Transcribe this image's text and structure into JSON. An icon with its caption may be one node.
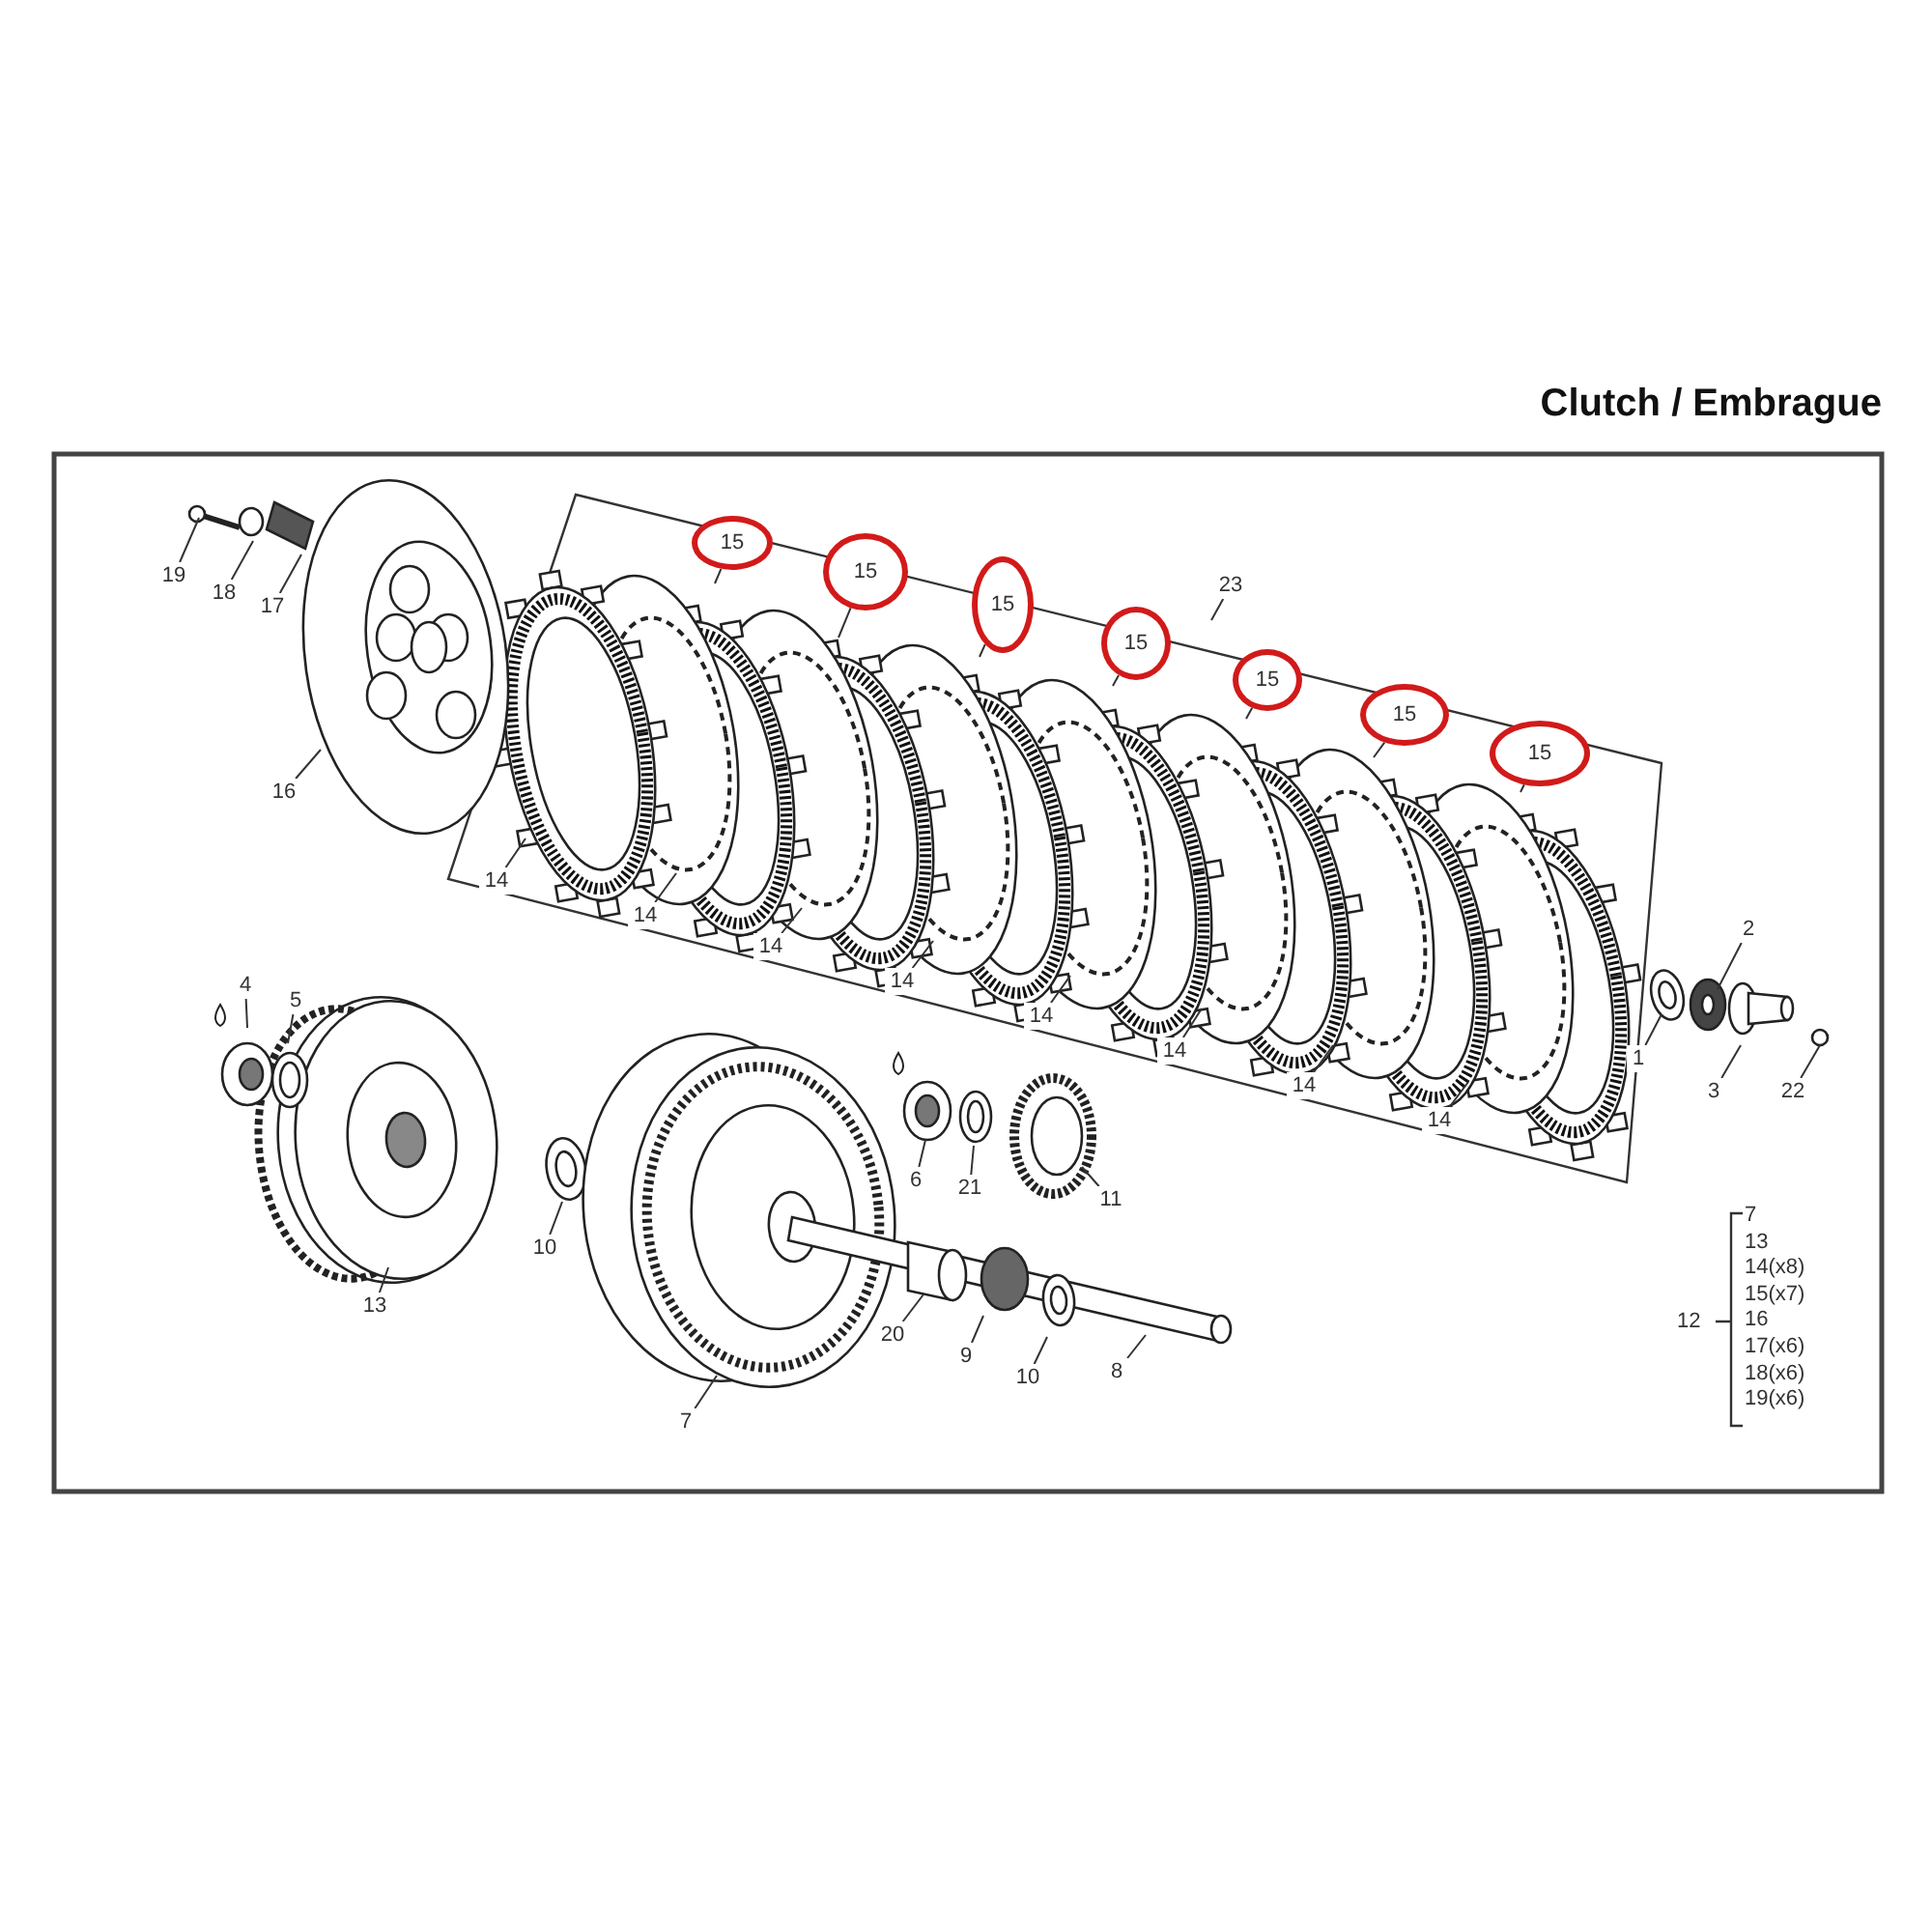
{
  "diagram": {
    "title": "Clutch / Embrague",
    "nodes": [
      {
        "text": [
          "19"
        ]
      },
      {
        "text": [
          "18"
        ]
      },
      {
        "text": [
          "17"
        ]
      },
      {
        "text": [
          "16"
        ]
      },
      {
        "text": [
          "15"
        ]
      },
      {
        "text": [
          "15"
        ]
      },
      {
        "text": [
          "15"
        ]
      },
      {
        "text": [
          "23"
        ]
      },
      {
        "text": [
          "15"
        ]
      },
      {
        "text": [
          "15"
        ]
      },
      {
        "text": [
          "15"
        ]
      },
      {
        "text": [
          "15"
        ]
      },
      {
        "text": [
          "14"
        ]
      },
      {
        "text": [
          "14"
        ]
      },
      {
        "text": [
          "14"
        ]
      },
      {
        "text": [
          "14"
        ]
      },
      {
        "text": [
          "14"
        ]
      },
      {
        "text": [
          "14"
        ]
      },
      {
        "text": [
          "14"
        ]
      },
      {
        "text": [
          "14"
        ]
      },
      {
        "text": [
          "2"
        ]
      },
      {
        "text": [
          "1"
        ]
      },
      {
        "text": [
          "3"
        ]
      },
      {
        "text": [
          "22"
        ]
      },
      {
        "text": [
          "4"
        ]
      },
      {
        "text": [
          "5"
        ]
      },
      {
        "text": [
          "6"
        ]
      },
      {
        "text": [
          "21"
        ]
      },
      {
        "text": [
          "11"
        ]
      },
      {
        "text": [
          "10"
        ]
      },
      {
        "text": [
          "13"
        ]
      },
      {
        "text": [
          "20"
        ]
      },
      {
        "text": [
          "9"
        ]
      },
      {
        "text": [
          "10"
        ]
      },
      {
        "text": [
          "8"
        ]
      },
      {
        "text": [
          "7"
        ]
      }
    ],
    "edges": [
      {
        "from": 0,
        "to": null,
        "arrow": "none"
      },
      {
        "from": 1,
        "to": null,
        "arrow": "none"
      },
      {
        "from": 2,
        "to": null,
        "arrow": "none"
      },
      {
        "from": 3,
        "to": null,
        "arrow": "none"
      },
      {
        "from": 4,
        "to": null,
        "arrow": "none"
      },
      {
        "from": 5,
        "to": null,
        "arrow": "none"
      },
      {
        "from": 6,
        "to": null,
        "arrow": "none"
      },
      {
        "from": 7,
        "to": null,
        "arrow": "none"
      },
      {
        "from": 8,
        "to": null,
        "arrow": "none"
      },
      {
        "from": 9,
        "to": null,
        "arrow": "none"
      },
      {
        "from": 10,
        "to": null,
        "arrow": "none"
      },
      {
        "from": 11,
        "to": null,
        "arrow": "none"
      },
      {
        "from": 12,
        "to": null,
        "arrow": "none"
      },
      {
        "from": 13,
        "to": null,
        "arrow": "none"
      },
      {
        "from": 14,
        "to": null,
        "arrow": "none"
      },
      {
        "from": 15,
        "to": null,
        "arrow": "none"
      },
      {
        "from": 16,
        "to": null,
        "arrow": "none"
      },
      {
        "from": 17,
        "to": null,
        "arrow": "none"
      },
      {
        "from": 18,
        "to": null,
        "arrow": "none"
      },
      {
        "from": 19,
        "to": null,
        "arrow": "none"
      },
      {
        "from": 20,
        "to": null,
        "arrow": "none"
      },
      {
        "from": 21,
        "to": null,
        "arrow": "none"
      },
      {
        "from": 22,
        "to": null,
        "arrow": "none"
      },
      {
        "from": 23,
        "to": null,
        "arrow": "none"
      },
      {
        "from": 24,
        "to": null,
        "arrow": "none"
      },
      {
        "from": 25,
        "to": null,
        "arrow": "none"
      },
      {
        "from": 26,
        "to": null,
        "arrow": "none"
      },
      {
        "from": 27,
        "to": null,
        "arrow": "none"
      },
      {
        "from": 28,
        "to": null,
        "arrow": "none"
      },
      {
        "from": 29,
        "to": null,
        "arrow": "none"
      },
      {
        "from": 30,
        "to": null,
        "arrow": "none"
      },
      {
        "from": 31,
        "to": null,
        "arrow": "none"
      },
      {
        "from": 32,
        "to": null,
        "arrow": "none"
      },
      {
        "from": 33,
        "to": null,
        "arrow": "none"
      },
      {
        "from": 34,
        "to": null,
        "arrow": "none"
      },
      {
        "from": 35,
        "to": null,
        "arrow": "none"
      }
    ],
    "labels": [
      "12",
      "7",
      "13",
      "14(x8)",
      "15(x7)",
      "16",
      "17(x6)",
      "18(x6)",
      "19(x6)"
    ]
  }
}
